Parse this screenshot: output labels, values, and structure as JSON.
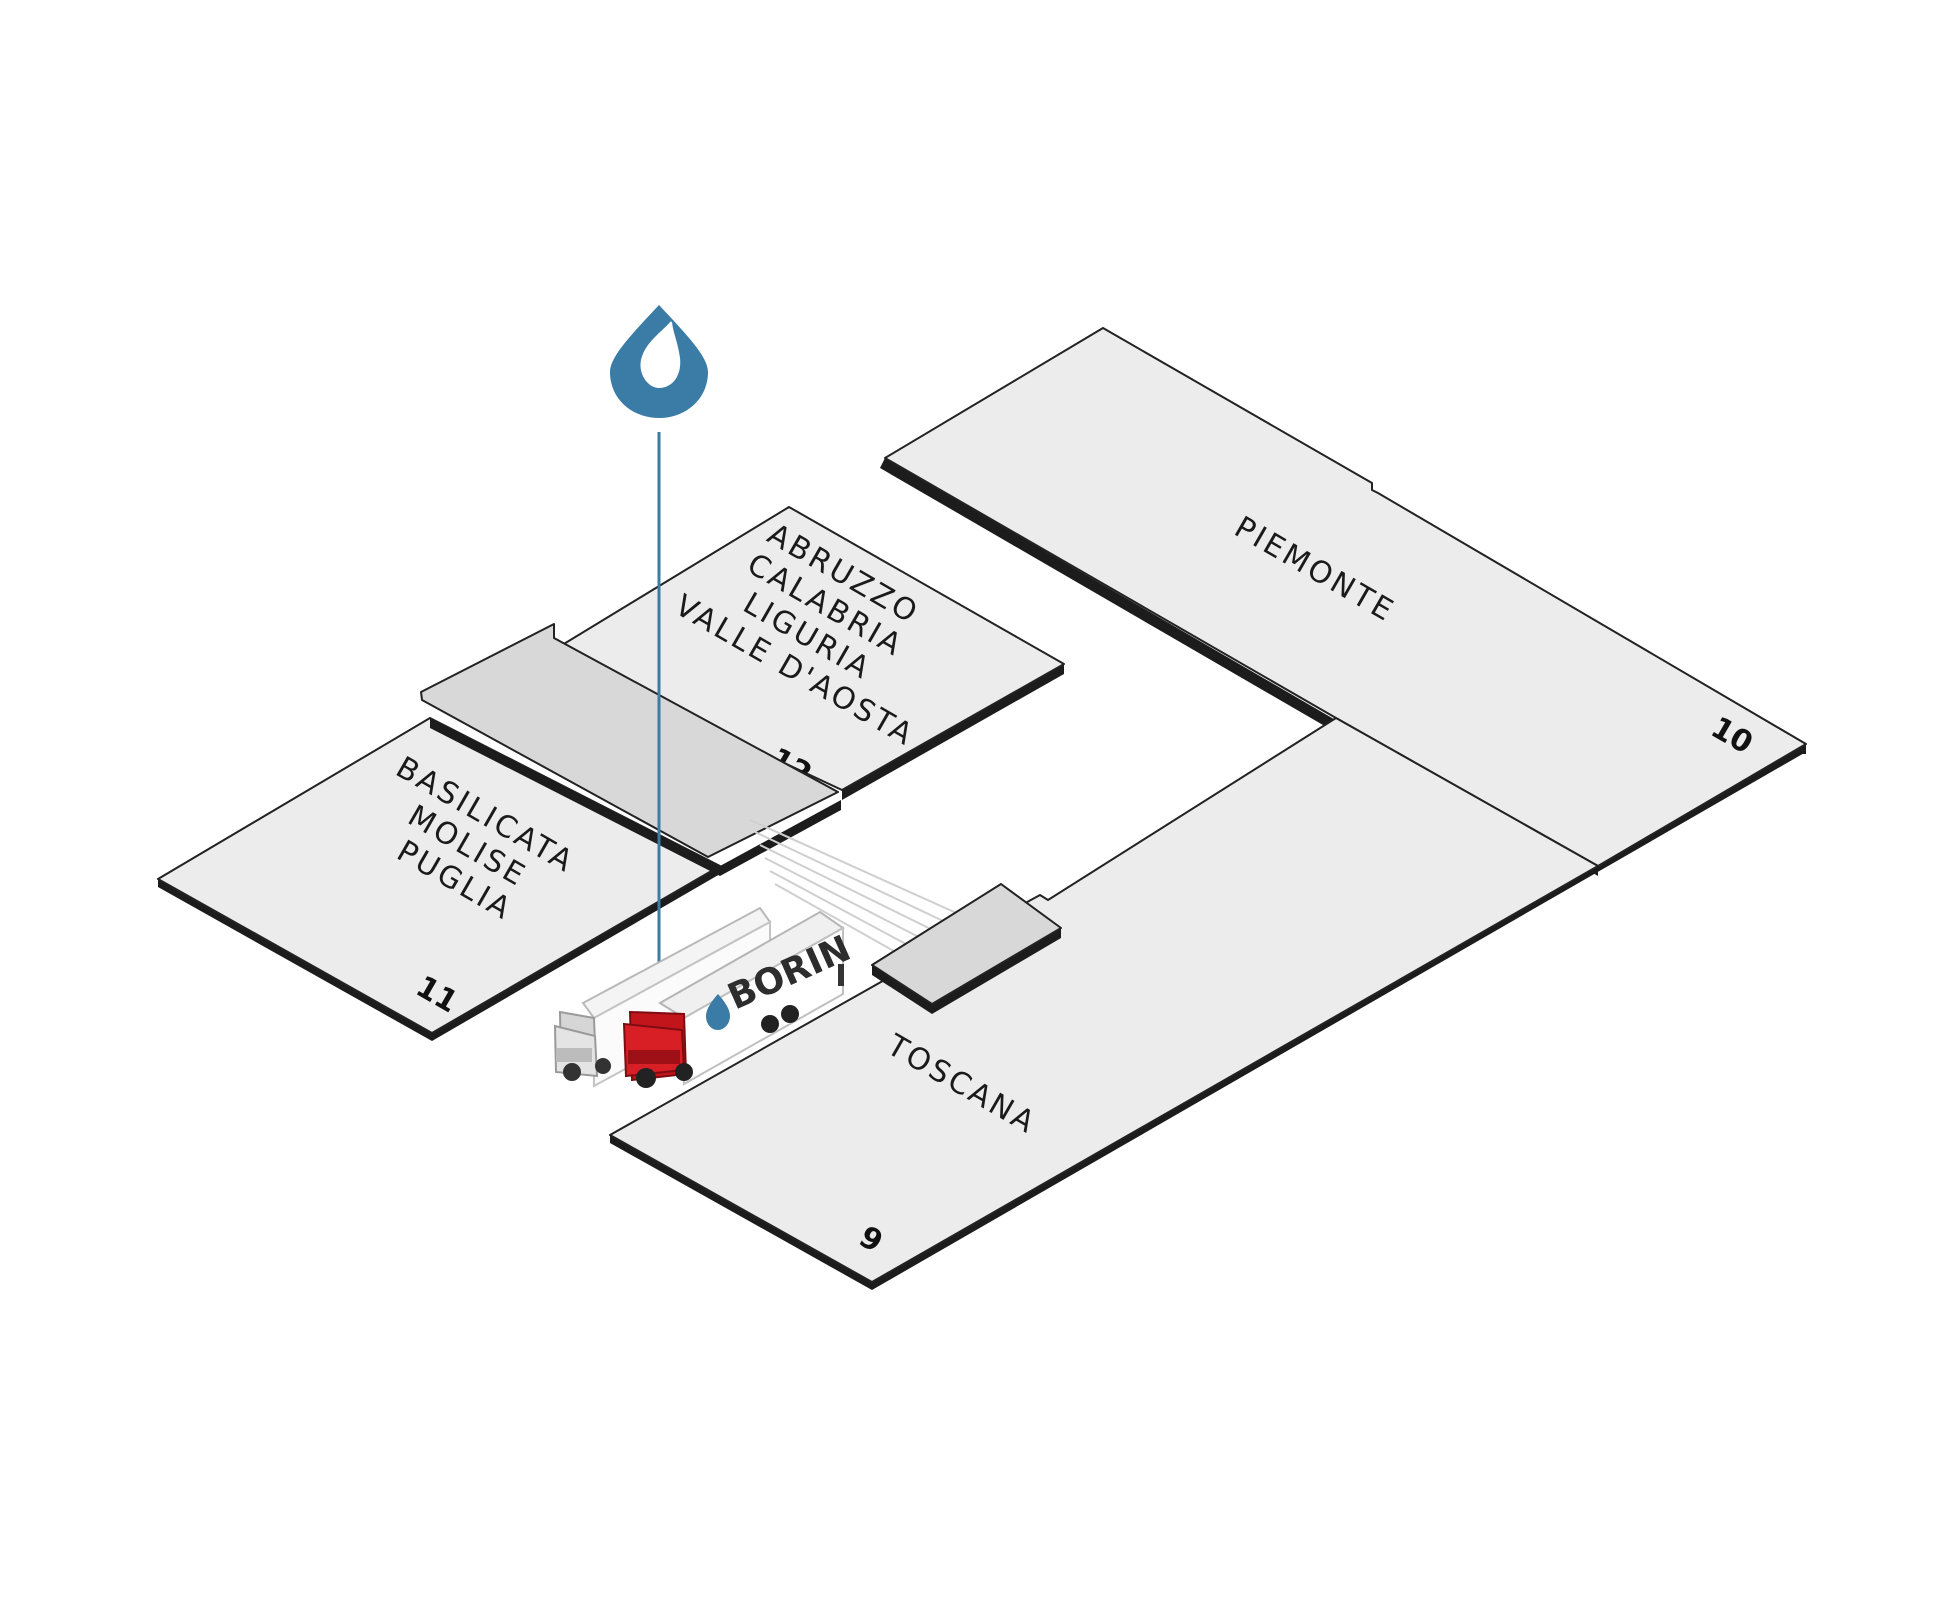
{
  "halls": [
    {
      "id": "10",
      "number": "10",
      "regions": [
        "PIEMONTE"
      ]
    },
    {
      "id": "9",
      "number": "9",
      "regions": [
        "TOSCANA"
      ]
    },
    {
      "id": "12",
      "number": "12",
      "regions": [
        "ABRUZZO",
        "CALABRIA",
        "LIGURIA",
        "VALLE D'AOSTA"
      ]
    },
    {
      "id": "11",
      "number": "11",
      "regions": [
        "BASILICATA",
        "MOLISE",
        "PUGLIA"
      ]
    }
  ],
  "truck": {
    "brand": "BORIN"
  },
  "colors": {
    "pavilion_fill": "#ececec",
    "corridor_fill": "#d8d8d8",
    "outline": "#222222",
    "pin_blue": "#3b7ca6",
    "truck_red": "#d81f26"
  },
  "icons": {
    "location_pin": "drop-pin-icon",
    "truck": "truck-icon"
  }
}
